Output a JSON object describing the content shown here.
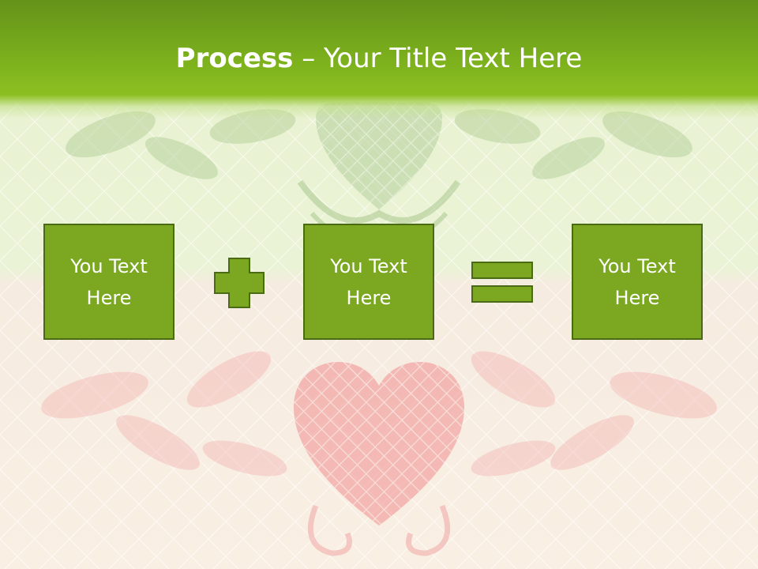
{
  "title": {
    "bold": "Process",
    "dash": " – ",
    "rest": "Your Title Text Here"
  },
  "boxes": [
    {
      "label": "You Text Here"
    },
    {
      "label": "You Text Here"
    },
    {
      "label": "You Text Here"
    }
  ],
  "operators": {
    "first": "plus-icon",
    "second": "equals-icon"
  },
  "colors": {
    "box_fill": "#7ba820",
    "box_border": "#4a6a14",
    "title_band": "#7aae1c",
    "heart": "#f4a0a0",
    "top_heart": "#a8c890"
  }
}
